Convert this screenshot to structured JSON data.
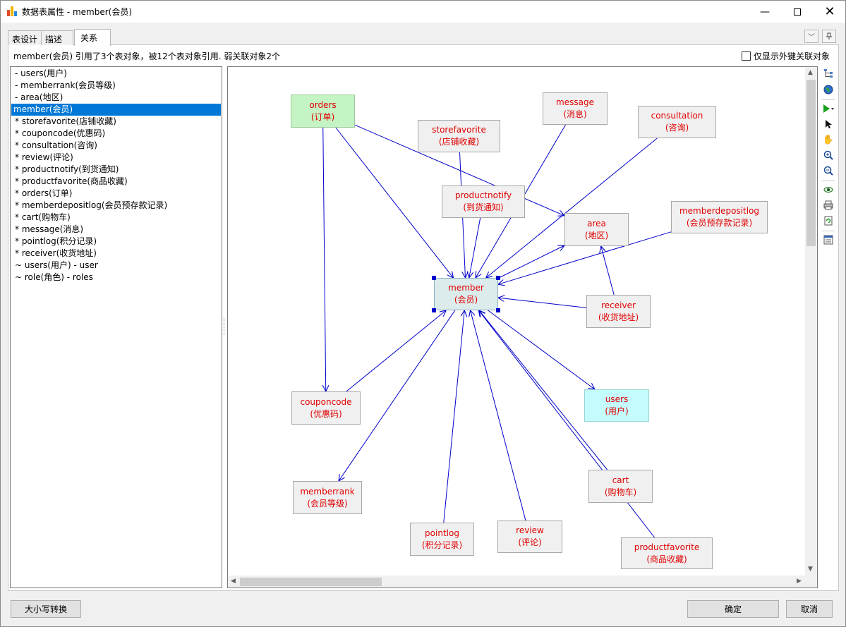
{
  "window": {
    "title": "数据表属性 - member(会员)"
  },
  "tabs": [
    {
      "label": "表设计"
    },
    {
      "label": "描述"
    },
    {
      "label": "关系"
    }
  ],
  "summary": "member(会员) 引用了3个表对象，被12个表对象引用. 弱关联对象2个",
  "filter_checkbox": {
    "label": "仅显示外键关联对象",
    "checked": false
  },
  "tree": [
    {
      "label": "- users(用户)"
    },
    {
      "label": "- memberrank(会员等级)"
    },
    {
      "label": "- area(地区)"
    },
    {
      "label": "member(会员)",
      "selected": true
    },
    {
      "label": "* storefavorite(店铺收藏)"
    },
    {
      "label": "* couponcode(优惠码)"
    },
    {
      "label": "* consultation(咨询)"
    },
    {
      "label": "* review(评论)"
    },
    {
      "label": "* productnotify(到货通知)"
    },
    {
      "label": "* productfavorite(商品收藏)"
    },
    {
      "label": "* orders(订单)"
    },
    {
      "label": "* memberdepositlog(会员预存款记录)"
    },
    {
      "label": "* cart(购物车)"
    },
    {
      "label": "* message(消息)"
    },
    {
      "label": "* pointlog(积分记录)"
    },
    {
      "label": "* receiver(收货地址)"
    },
    {
      "label": "~ users(用户) - user"
    },
    {
      "label": "~ role(角色) - roles"
    }
  ],
  "diagram": {
    "nodes": [
      {
        "id": "orders",
        "name": "orders",
        "cn": "(订单)",
        "style": "green"
      },
      {
        "id": "storefavorite",
        "name": "storefavorite",
        "cn": "(店铺收藏)"
      },
      {
        "id": "message",
        "name": "message",
        "cn": "(消息)"
      },
      {
        "id": "consultation",
        "name": "consultation",
        "cn": "(咨询)"
      },
      {
        "id": "productnotify",
        "name": "productnotify",
        "cn": "(到货通知)"
      },
      {
        "id": "area",
        "name": "area",
        "cn": "(地区)"
      },
      {
        "id": "memberdepositlog",
        "name": "memberdepositlog",
        "cn": "(会员预存款记录)"
      },
      {
        "id": "member",
        "name": "member",
        "cn": "(会员)",
        "style": "center"
      },
      {
        "id": "receiver",
        "name": "receiver",
        "cn": "(收货地址)"
      },
      {
        "id": "couponcode",
        "name": "couponcode",
        "cn": "(优惠码)"
      },
      {
        "id": "users",
        "name": "users",
        "cn": "(用户)",
        "style": "cyan"
      },
      {
        "id": "cart",
        "name": "cart",
        "cn": "(购物车)"
      },
      {
        "id": "memberrank",
        "name": "memberrank",
        "cn": "(会员等级)"
      },
      {
        "id": "pointlog",
        "name": "pointlog",
        "cn": "(积分记录)"
      },
      {
        "id": "review",
        "name": "review",
        "cn": "(评论)"
      },
      {
        "id": "productfavorite",
        "name": "productfavorite",
        "cn": "(商品收藏)"
      }
    ],
    "edges": [
      [
        "orders",
        "member"
      ],
      [
        "orders",
        "couponcode"
      ],
      [
        "orders",
        "area"
      ],
      [
        "storefavorite",
        "member"
      ],
      [
        "message",
        "member"
      ],
      [
        "consultation",
        "member"
      ],
      [
        "productnotify",
        "member"
      ],
      [
        "memberdepositlog",
        "member"
      ],
      [
        "receiver",
        "member"
      ],
      [
        "receiver",
        "area"
      ],
      [
        "couponcode",
        "member"
      ],
      [
        "pointlog",
        "member"
      ],
      [
        "review",
        "member"
      ],
      [
        "cart",
        "member"
      ],
      [
        "productfavorite",
        "member"
      ],
      [
        "member",
        "area"
      ],
      [
        "member",
        "users"
      ],
      [
        "member",
        "memberrank"
      ]
    ],
    "edge_color": "#0000cc"
  },
  "buttons": {
    "case_convert": "大小写转换",
    "ok": "确定",
    "cancel": "取消"
  }
}
